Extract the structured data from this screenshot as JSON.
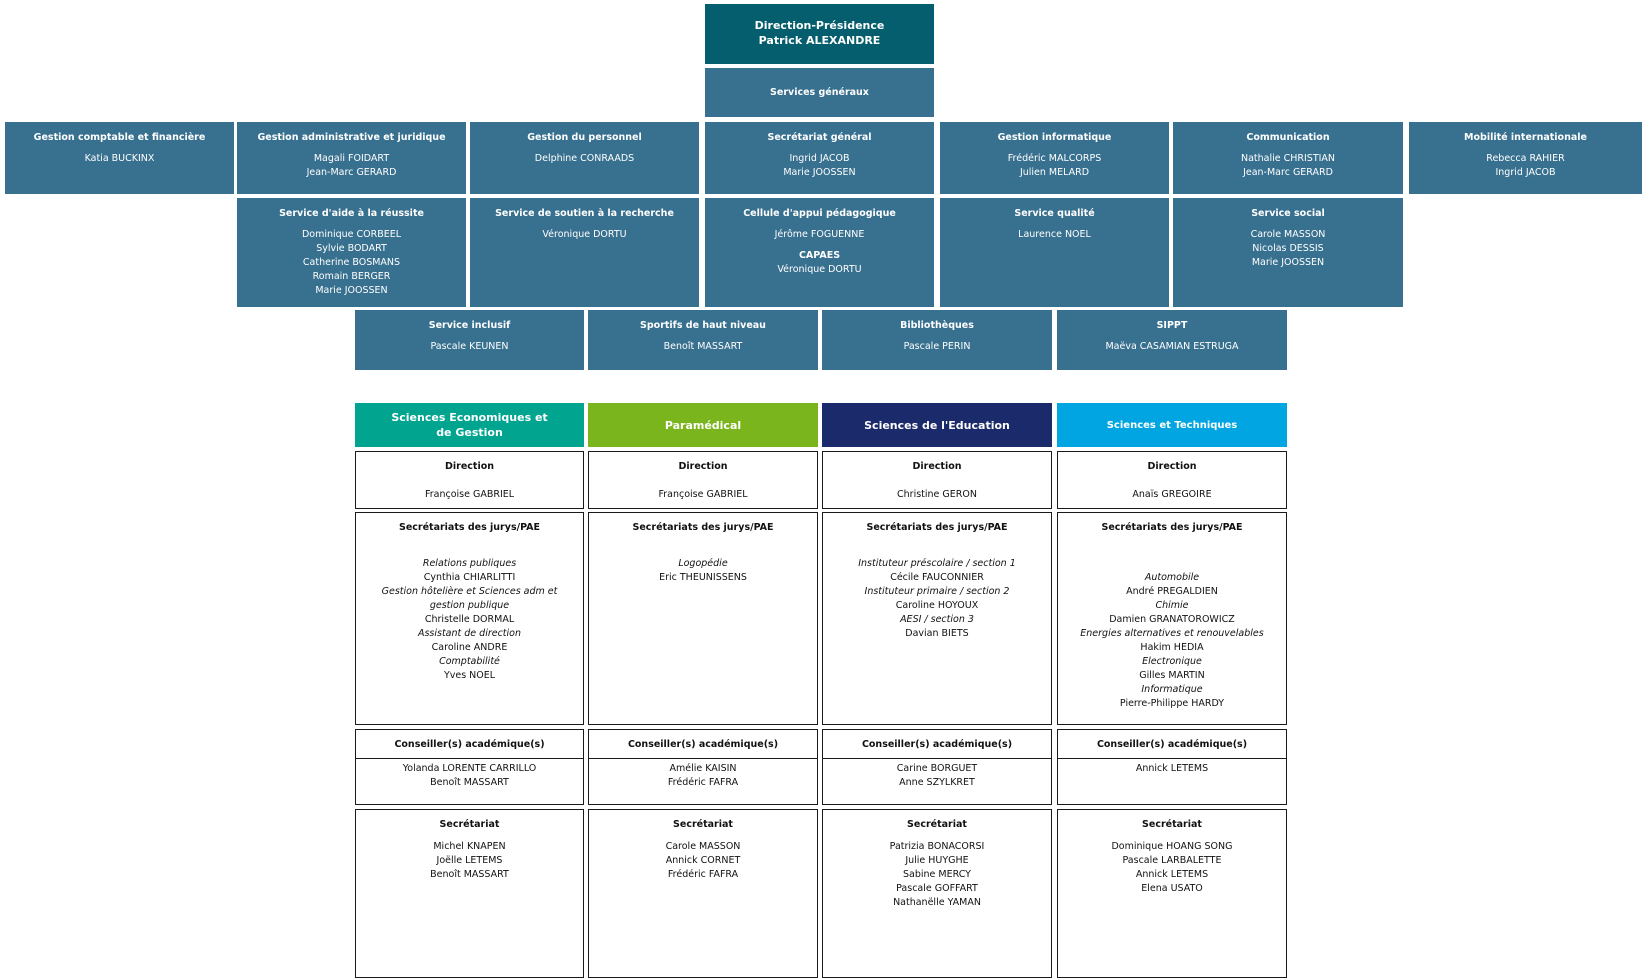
{
  "presidence": {
    "title": "Direction-Présidence",
    "person": "Patrick ALEXANDRE"
  },
  "services_generaux": {
    "title": "Services généraux"
  },
  "row1": [
    {
      "title": "Gestion comptable et financière",
      "people": [
        "Katia BUCKINX"
      ]
    },
    {
      "title": "Gestion administrative et juridique",
      "people": [
        "Magali FOIDART",
        "Jean-Marc GERARD"
      ]
    },
    {
      "title": "Gestion du personnel",
      "people": [
        "Delphine CONRAADS"
      ]
    },
    {
      "title": "Secrétariat général",
      "people": [
        "Ingrid JACOB",
        "Marie JOOSSEN"
      ]
    },
    {
      "title": "Gestion informatique",
      "people": [
        "Frédéric MALCORPS",
        "Julien MELARD"
      ]
    },
    {
      "title": "Communication",
      "people": [
        "Nathalie CHRISTIAN",
        "Jean-Marc GERARD"
      ]
    },
    {
      "title": "Mobilité internationale",
      "people": [
        "Rebecca RAHIER",
        "Ingrid JACOB"
      ]
    }
  ],
  "row2": [
    {
      "title": "Service d'aide à la réussite",
      "people": [
        "Dominique CORBEEL",
        "Sylvie BODART",
        "Catherine BOSMANS",
        "Romain BERGER",
        "Marie JOOSSEN"
      ]
    },
    {
      "title": "Service de soutien à la recherche",
      "people": [
        "Véronique DORTU"
      ]
    },
    {
      "title": "Cellule d'appui pédagogique",
      "people": [
        "Jérôme FOGUENNE"
      ],
      "subtitle": "CAPAES",
      "sub_people": [
        "Véronique DORTU"
      ]
    },
    {
      "title": "Service qualité",
      "people": [
        "Laurence NOEL"
      ]
    },
    {
      "title": "Service social",
      "people": [
        "Carole MASSON",
        "Nicolas DESSIS",
        "Marie JOOSSEN"
      ]
    }
  ],
  "row3": [
    {
      "title": "Service inclusif",
      "people": [
        "Pascale KEUNEN"
      ]
    },
    {
      "title": "Sportifs de haut niveau",
      "people": [
        "Benoît MASSART"
      ]
    },
    {
      "title": "Bibliothèques",
      "people": [
        "Pascale PERIN"
      ]
    },
    {
      "title": "SIPPT",
      "people": [
        "Maëva CASAMIAN ESTRUGA"
      ]
    }
  ],
  "labels": {
    "direction": "Direction",
    "secretariats_jurys": "Secrétariats des jurys/PAE",
    "conseillers": "Conseiller(s) académique(s)",
    "secretariat": "Secrétariat"
  },
  "departments": [
    {
      "name_line1": "Sciences Economiques et",
      "name_line2": "de Gestion",
      "color": "#00a48f",
      "direction": "Françoise GABRIEL",
      "jurys": [
        {
          "role": "Relations publiques",
          "name": "Cynthia CHIARLITTI"
        },
        {
          "role": "Gestion hôtelière et Sciences adm et",
          "role2": "gestion publique",
          "name": "Christelle DORMAL"
        },
        {
          "role": "Assistant de direction",
          "name": "Caroline ANDRE"
        },
        {
          "role": "Comptabilité",
          "name": "Yves NOEL"
        }
      ],
      "conseillers": [
        "Yolanda LORENTE CARRILLO",
        "Benoît MASSART"
      ],
      "secretariat": [
        "Michel KNAPEN",
        "Joëlle LETEMS",
        "Benoît MASSART"
      ]
    },
    {
      "name_line1": "Paramédical",
      "color": "#7ab51d",
      "direction": "Françoise GABRIEL",
      "jurys": [
        {
          "role": "Logopédie",
          "name": "Eric THEUNISSENS"
        }
      ],
      "conseillers": [
        "Amélie KAISIN",
        "Frédéric FAFRA"
      ],
      "secretariat": [
        "Carole MASSON",
        "Annick CORNET",
        "Frédéric FAFRA"
      ]
    },
    {
      "name_line1": "Sciences de l'Education",
      "color": "#1b2a6b",
      "direction": "Christine GERON",
      "jurys": [
        {
          "role": "Instituteur préscolaire / section 1",
          "name": "Cécile FAUCONNIER"
        },
        {
          "role": "Instituteur primaire / section 2",
          "name": "Caroline HOYOUX"
        },
        {
          "role": "AESI / section 3",
          "name": "Davian BIETS"
        }
      ],
      "conseillers": [
        "Carine BORGUET",
        "Anne SZYLKRET"
      ],
      "secretariat": [
        "Patrizia BONACORSI",
        "Julie HUYGHE",
        "Sabine MERCY",
        "Pascale GOFFART",
        "Nathanëlle YAMAN"
      ]
    },
    {
      "name_line1": "Sciences et Techniques",
      "color": "#00a5e1",
      "direction": "Anaïs GREGOIRE",
      "jurys": [
        {
          "role": "Automobile",
          "name": "André PREGALDIEN"
        },
        {
          "role": "Chimie",
          "name": "Damien GRANATOROWICZ"
        },
        {
          "role": "Energies alternatives et renouvelables",
          "name": "Hakim HEDIA"
        },
        {
          "role": "Electronique",
          "name": "Gilles MARTIN"
        },
        {
          "role": "Informatique",
          "name": "Pierre-Philippe HARDY"
        }
      ],
      "conseillers": [
        "Annick LETEMS"
      ],
      "secretariat": [
        "Dominique HOANG SONG",
        "Pascale LARBALETTE",
        "Annick LETEMS",
        "Elena USATO"
      ]
    }
  ]
}
